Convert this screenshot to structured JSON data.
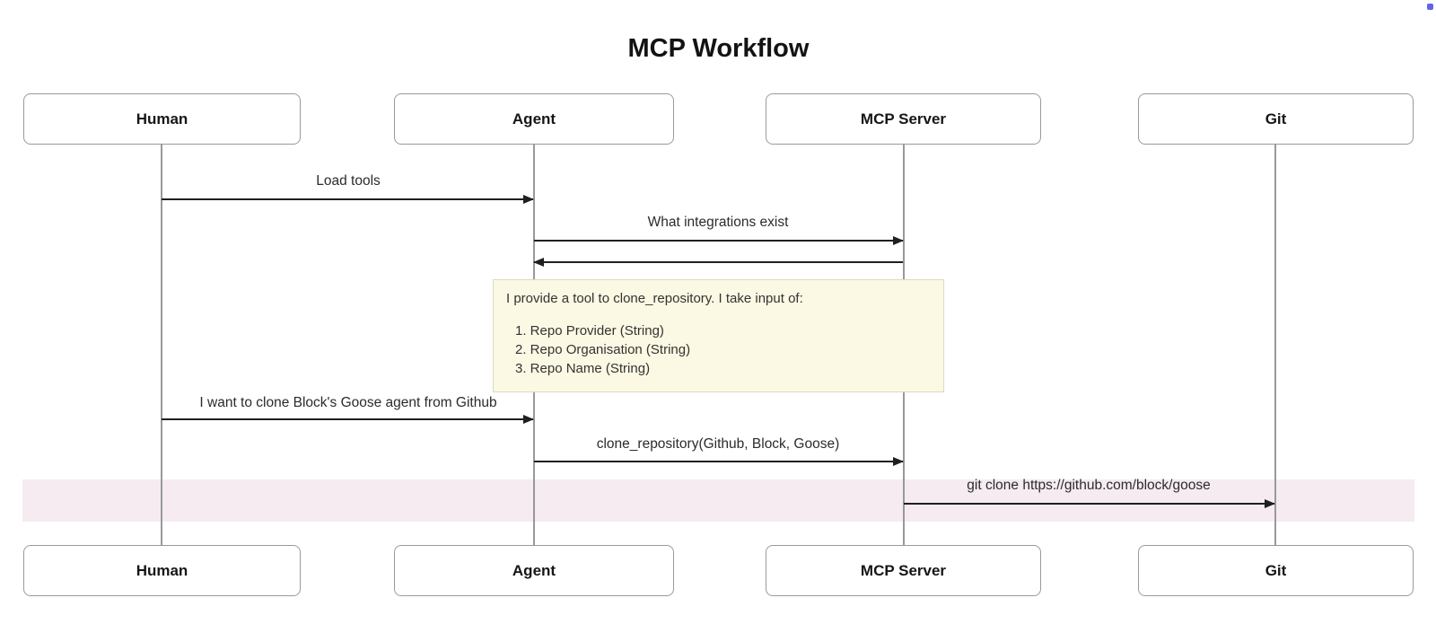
{
  "title": "MCP Workflow",
  "diagram": {
    "actors": [
      {
        "id": "human",
        "label": "Human"
      },
      {
        "id": "agent",
        "label": "Agent"
      },
      {
        "id": "mcp-server",
        "label": "MCP Server"
      },
      {
        "id": "git",
        "label": "Git"
      }
    ],
    "messages": [
      {
        "from": "Human",
        "to": "Agent",
        "label": "Load tools"
      },
      {
        "from": "Agent",
        "to": "MCP Server",
        "label": "What integrations exist"
      },
      {
        "from": "MCP Server",
        "to": "Agent",
        "label": ""
      },
      {
        "from": "Human",
        "to": "Agent",
        "label": "I want to clone Block's Goose agent from Github"
      },
      {
        "from": "Agent",
        "to": "MCP Server",
        "label": "clone_repository(Github, Block, Goose)"
      },
      {
        "from": "MCP Server",
        "to": "Git",
        "label": "git clone https://github.com/block/goose",
        "highlighted": true
      }
    ],
    "note": {
      "over": "Agent, MCP Server",
      "intro": "I provide a tool to clone_repository. I take input of:",
      "items": [
        "1. Repo Provider (String)",
        "2. Repo Organisation (String)",
        "3. Repo Name (String)"
      ]
    },
    "colors": {
      "note_fill": "#fbf8e3",
      "note_border": "#ddd9c3",
      "highlight_band": "#f5ebf1",
      "actor_border": "#9a9a9a",
      "lifeline": "#999999",
      "arrow": "#1f1f1f",
      "corner_dot": "#6163e8"
    }
  }
}
